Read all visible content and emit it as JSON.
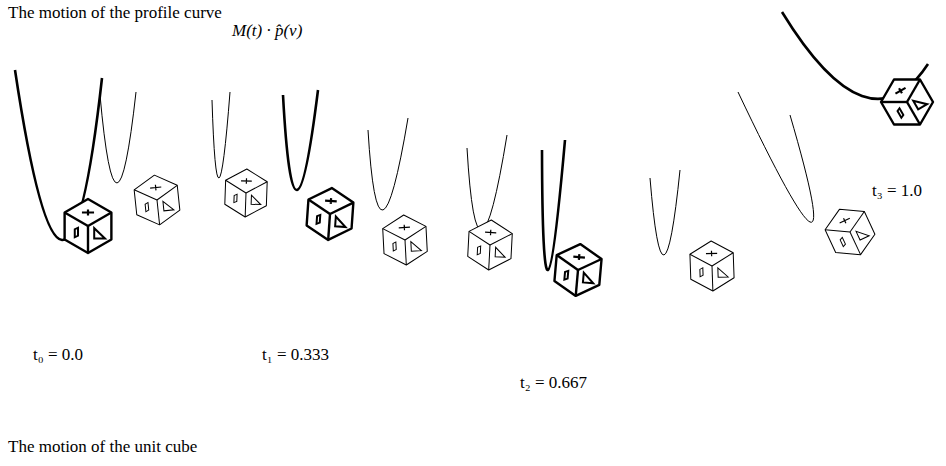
{
  "diagram": {
    "title": "The motion of the profile curve",
    "caption": "The motion of the unit cube",
    "labels": [
      "M(t) · p̂(v)",
      "t₀ = 0.0",
      "t₁ = 0.333",
      "t₂ = 0.667",
      "t₃ = 1.0"
    ]
  }
}
